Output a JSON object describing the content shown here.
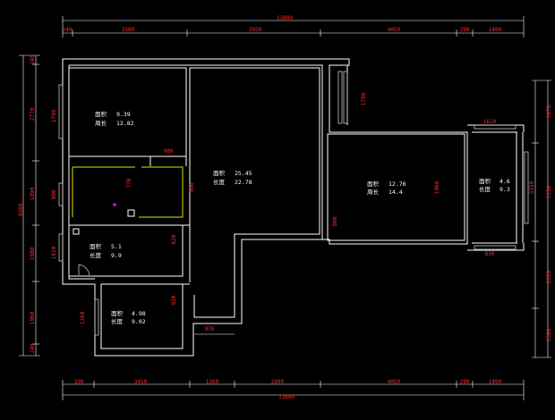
{
  "dimensions": {
    "top_total": "13800",
    "top": [
      "240",
      "3380",
      "3950",
      "4050",
      "290",
      "1490"
    ],
    "bottom_total": "13840",
    "bottom": [
      "330",
      "3450",
      "1360",
      "2600",
      "4050",
      "290",
      "1490"
    ],
    "left_total": "9380",
    "left": [
      "240",
      "2770",
      "1990",
      "1980",
      "1960",
      "240"
    ],
    "right": [
      "3070",
      "3350",
      "2520",
      "1380"
    ],
    "inner": [
      "1790",
      "900",
      "770",
      "900",
      "900",
      "1790",
      "1960",
      "860",
      "620",
      "1810",
      "1610",
      "3350",
      "920",
      "1160",
      "830",
      "970",
      "1160"
    ]
  },
  "rooms": [
    {
      "area_label": "面积",
      "area": "9.39",
      "perim_label": "周长",
      "perim": "12.82"
    },
    {
      "area_label": "面积",
      "area": "25.45",
      "perim_label": "长度",
      "perim": "22.78"
    },
    {
      "area_label": "面积",
      "area": "12.76",
      "perim_label": "周长",
      "perim": "14.4"
    },
    {
      "area_label": "面积",
      "area": "4.6",
      "perim_label": "长度",
      "perim": "9.3"
    },
    {
      "area_label": "面积",
      "area": "5.1",
      "perim_label": "长度",
      "perim": "9.9"
    },
    {
      "area_label": "面积",
      "area": "4.98",
      "perim_label": "长度",
      "perim": "9.02"
    }
  ],
  "colors": {
    "background": "#000000",
    "walls": "#ffffff",
    "dimension_text": "#ff2a2a",
    "kitchen_wall": "#e8e000"
  }
}
